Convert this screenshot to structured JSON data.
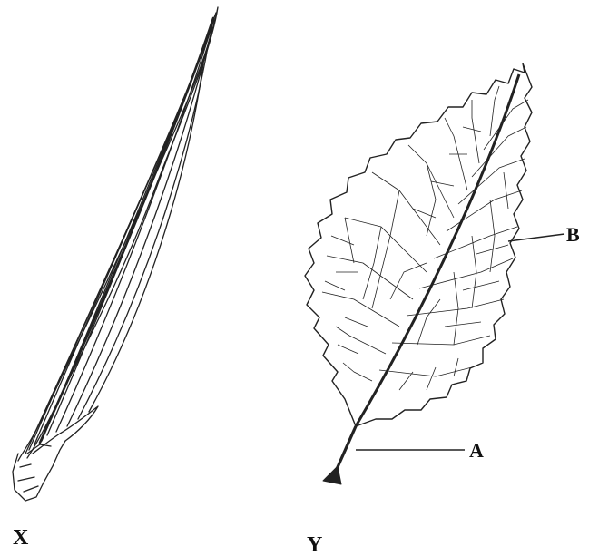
{
  "figure": {
    "leaf_x_label": "X",
    "leaf_y_label": "Y",
    "callout_a": "A",
    "callout_b": "B"
  }
}
